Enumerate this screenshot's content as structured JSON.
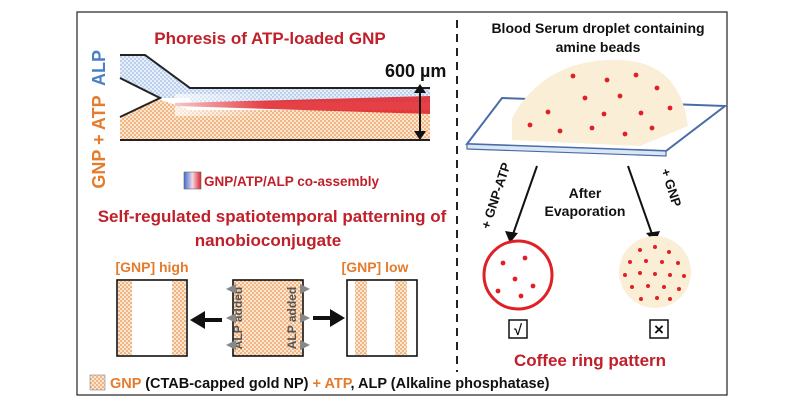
{
  "left": {
    "title": "Phoresis of ATP-loaded GNP",
    "alp_label": "ALP",
    "gnp_atp_label": "GNP + ATP",
    "width_label": "600 µm",
    "legend_label": "GNP/ATP/ALP co-assembly",
    "pattern_title_line1": "Self-regulated spatiotemporal patterning of",
    "pattern_title_line2": "nanobioconjugate",
    "gnp_high": "[GNP] high",
    "gnp_low": "[GNP] low",
    "alp_added": "ALP added"
  },
  "right": {
    "title_line1": "Blood Serum droplet containing",
    "title_line2": "amine beads",
    "after_line1": "After",
    "after_line2": "Evaporation",
    "gnp_atp_arrow": "+ GNP-ATP",
    "gnp_arrow": "+ GNP",
    "check_mark": "√",
    "cross_mark": "×",
    "coffee_ring": "Coffee ring pattern"
  },
  "footer": {
    "gnp": "GNP",
    "gnp_desc": " (CTAB-capped gold NP) ",
    "plus_atp": "+ ATP",
    "alp_desc": ", ALP (Alkaline phosphatase)"
  },
  "colors": {
    "title_red": "#c0202a",
    "alp_blue": "#4a7fc8",
    "gnp_orange": "#e57b2c",
    "droplet_cream": "#faefd6",
    "dot_red": "#e01f26"
  }
}
